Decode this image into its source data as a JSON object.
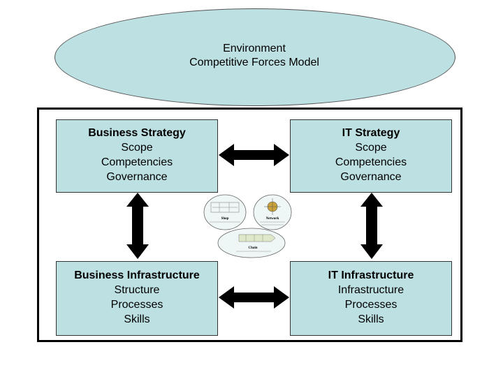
{
  "environment": {
    "line1": "Environment",
    "line2": "Competitive Forces Model"
  },
  "boxes": {
    "business_strategy": {
      "title": "Business Strategy",
      "lines": [
        "Scope",
        "Competencies",
        "Governance"
      ]
    },
    "it_strategy": {
      "title": "IT Strategy",
      "lines": [
        "Scope",
        "Competencies",
        "Governance"
      ]
    },
    "business_infrastructure": {
      "title": "Business Infrastructure",
      "lines": [
        "Structure",
        "Processes",
        "Skills"
      ]
    },
    "it_infrastructure": {
      "title": "IT Infrastructure",
      "lines": [
        "Infrastructure",
        "Processes",
        "Skills"
      ]
    }
  },
  "center_graphic": {
    "labels": [
      "Shop",
      "Network",
      "Chain"
    ]
  },
  "colors": {
    "fill": "#bde0e3",
    "border": "#000000"
  }
}
